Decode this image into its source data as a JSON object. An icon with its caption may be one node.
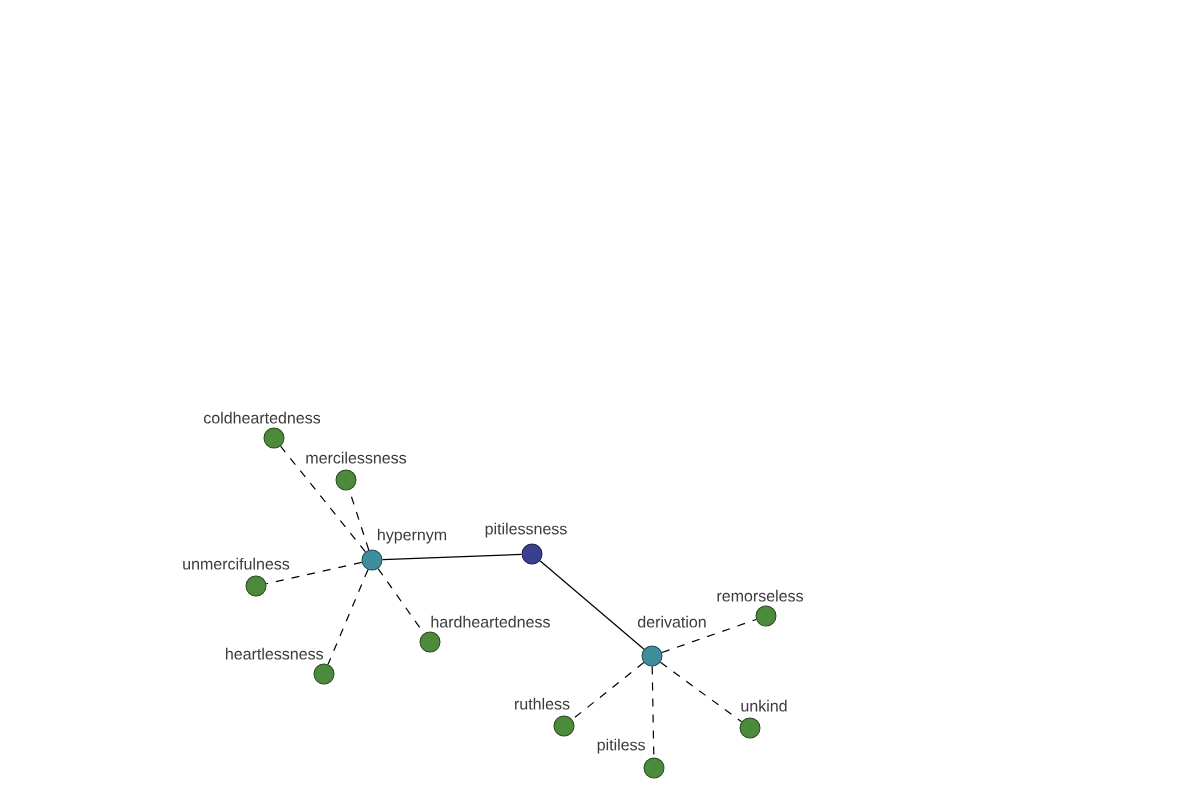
{
  "diagram": {
    "nodes": [
      {
        "text": [
          "coldheartedness"
        ]
      },
      {
        "text": [
          "mercilessness"
        ]
      },
      {
        "text": [
          "hypernym"
        ]
      },
      {
        "text": [
          "pitilessness"
        ]
      },
      {
        "text": [
          "unmercifulness"
        ]
      },
      {
        "text": [
          "remorseless"
        ]
      },
      {
        "text": [
          "hardheartedness"
        ]
      },
      {
        "text": [
          "derivation"
        ]
      },
      {
        "text": [
          "heartlessness"
        ]
      },
      {
        "text": [
          "ruthless"
        ]
      },
      {
        "text": [
          "unkind"
        ]
      },
      {
        "text": [
          "pitiless"
        ]
      }
    ],
    "edges": [
      {
        "from": 3,
        "to": 2,
        "arrow": "none"
      },
      {
        "from": 3,
        "to": 7,
        "arrow": "none"
      },
      {
        "from": 2,
        "to": 0,
        "arrow": "none",
        "style": "dashed"
      },
      {
        "from": 2,
        "to": 1,
        "arrow": "none",
        "style": "dashed"
      },
      {
        "from": 2,
        "to": 4,
        "arrow": "none",
        "style": "dashed"
      },
      {
        "from": 2,
        "to": 6,
        "arrow": "none",
        "style": "dashed"
      },
      {
        "from": 2,
        "to": 8,
        "arrow": "none",
        "style": "dashed"
      },
      {
        "from": 7,
        "to": 5,
        "arrow": "none",
        "style": "dashed"
      },
      {
        "from": 7,
        "to": 9,
        "arrow": "none",
        "style": "dashed"
      },
      {
        "from": 7,
        "to": 10,
        "arrow": "none",
        "style": "dashed"
      },
      {
        "from": 7,
        "to": 11,
        "arrow": "none",
        "style": "dashed"
      }
    ]
  }
}
